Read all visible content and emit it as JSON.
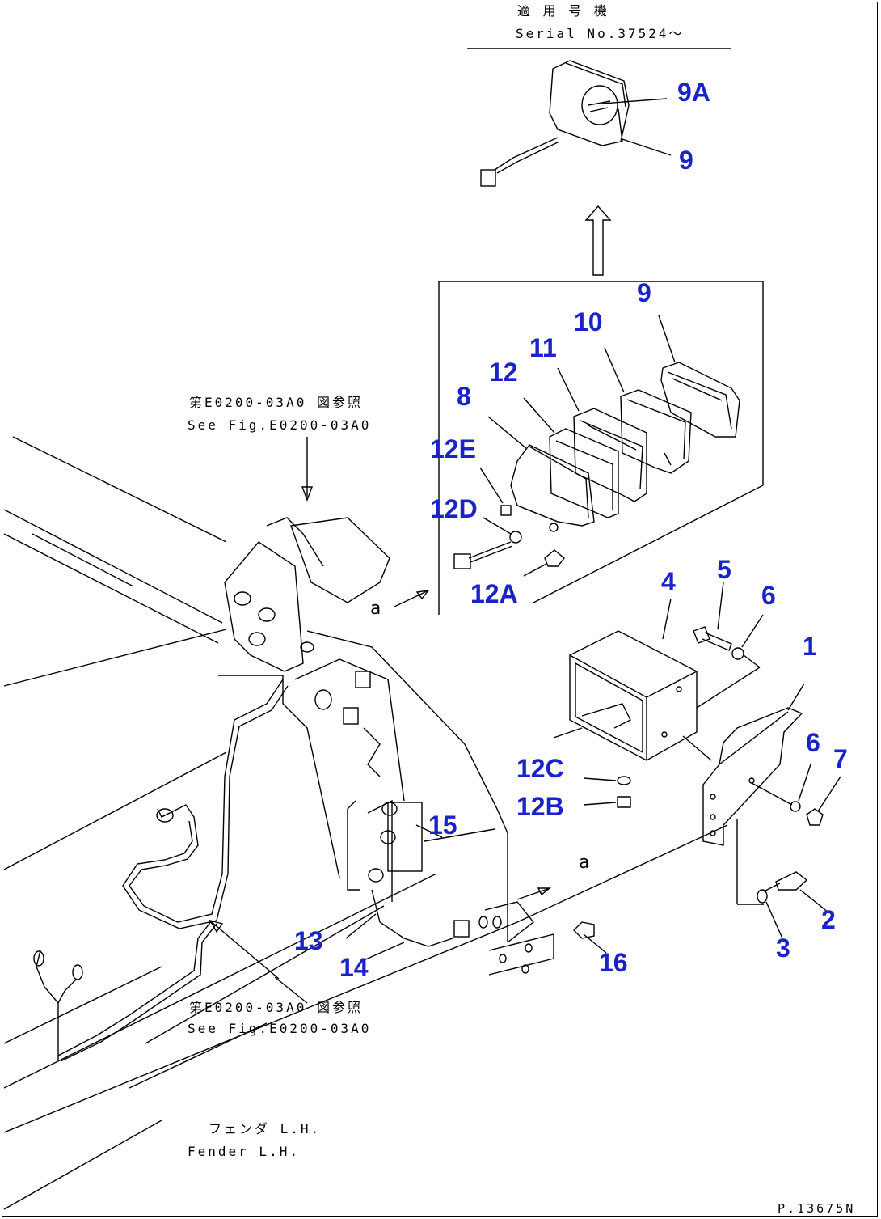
{
  "header": {
    "applicable_title": "適 用 号 機",
    "serial_text": "Serial No.37524～"
  },
  "references": {
    "top_jp": "第E0200-03A0 図参照",
    "top_en": "See Fig.E0200-03A0",
    "bottom_jp": "第E0200-03A0 図参照",
    "bottom_en": "See Fig.E0200-03A0",
    "fender_jp": "フェンダ L.H.",
    "fender_en": "Fender L.H."
  },
  "view_marker": {
    "upper": "a",
    "lower": "a"
  },
  "callouts": {
    "accent_color": "#1a23c8",
    "c_9a": "9A",
    "c_9_top": "9",
    "c_9": "9",
    "c_10": "10",
    "c_11": "11",
    "c_12": "12",
    "c_8": "8",
    "c_12e": "12E",
    "c_12d": "12D",
    "c_12a": "12A",
    "c_4": "4",
    "c_5": "5",
    "c_6a": "6",
    "c_1": "1",
    "c_6b": "6",
    "c_7": "7",
    "c_12c": "12C",
    "c_12b": "12B",
    "c_15": "15",
    "c_13": "13",
    "c_14": "14",
    "c_16": "16",
    "c_2": "2",
    "c_3": "3"
  },
  "footer": {
    "drawing_id": "P.13675N"
  }
}
